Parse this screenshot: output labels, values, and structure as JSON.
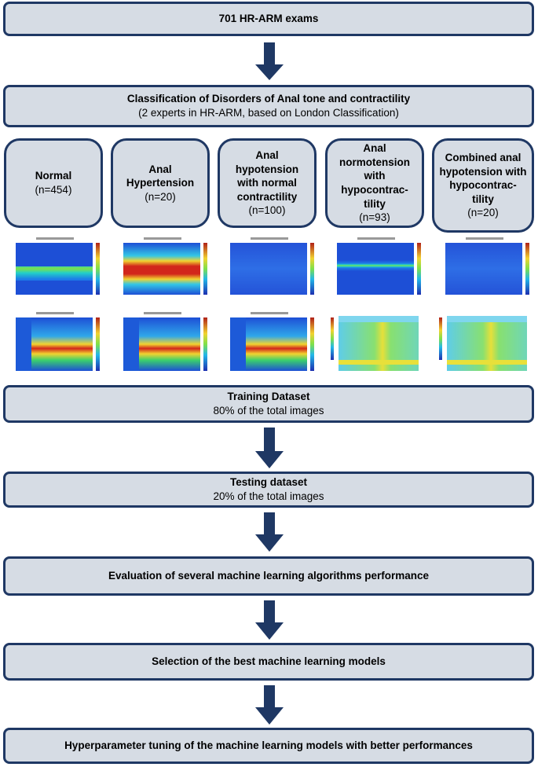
{
  "steps": {
    "exams": "701 HR-ARM exams",
    "classification_title": "Classification of Disorders of Anal tone and contractility",
    "classification_sub": "(2 experts in HR-ARM, based on London Classification)",
    "training_title": "Training Dataset",
    "training_sub": "80% of the total images",
    "testing_title": "Testing dataset",
    "testing_sub": "20% of the total images",
    "evaluation": "Evaluation of several machine learning algorithms performance",
    "selection": "Selection of the best machine learning models",
    "tuning": "Hyperparameter tuning of the machine learning models with better performances"
  },
  "categories": [
    {
      "name": "Normal",
      "count": "(n=454)"
    },
    {
      "name": "Anal Hypertension",
      "count": "(n=20)"
    },
    {
      "name": "Anal hypotension with normal contractility",
      "count": "(n=100)"
    },
    {
      "name": "Anal normotension with hypocontrac-tility",
      "count": "(n=93)"
    },
    {
      "name": "Combined anal hypotension with hypocontrac-tility",
      "count": "(n=20)"
    }
  ],
  "colors": {
    "box_fill": "#d6dce4",
    "box_border": "#1f3864",
    "arrow": "#1f3864"
  }
}
